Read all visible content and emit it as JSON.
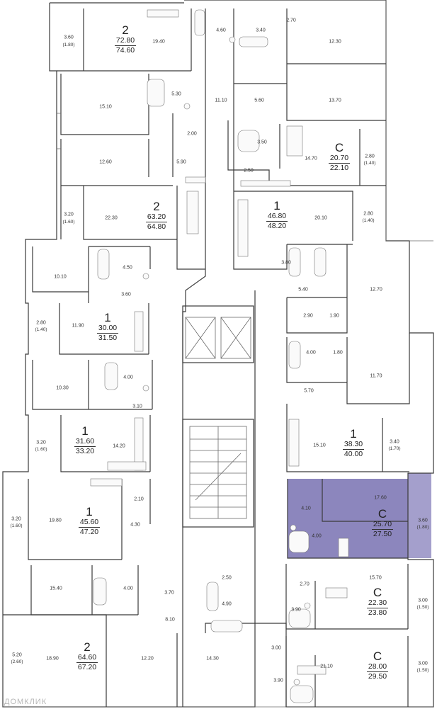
{
  "watermark": "ДОМКЛИК",
  "apartments": [
    {
      "id": "a1",
      "rooms": "2",
      "area_living": "72.80",
      "area_total": "74.60"
    },
    {
      "id": "a2",
      "rooms": "C",
      "area_living": "20.70",
      "area_total": "22.10"
    },
    {
      "id": "a3",
      "rooms": "2",
      "area_living": "63.20",
      "area_total": "64.80"
    },
    {
      "id": "a4",
      "rooms": "1",
      "area_living": "46.80",
      "area_total": "48.20"
    },
    {
      "id": "a5",
      "rooms": "1",
      "area_living": "30.00",
      "area_total": "31.50"
    },
    {
      "id": "a6",
      "rooms": "1",
      "area_living": "31.60",
      "area_total": "33.20"
    },
    {
      "id": "a7",
      "rooms": "1",
      "area_living": "38.30",
      "area_total": "40.00"
    },
    {
      "id": "a8",
      "rooms": "1",
      "area_living": "45.60",
      "area_total": "47.20"
    },
    {
      "id": "a9",
      "rooms": "C",
      "area_living": "25.70",
      "area_total": "27.50"
    },
    {
      "id": "a10",
      "rooms": "C",
      "area_living": "22.30",
      "area_total": "23.80"
    },
    {
      "id": "a11",
      "rooms": "2",
      "area_living": "64.60",
      "area_total": "67.20"
    },
    {
      "id": "a12",
      "rooms": "C",
      "area_living": "28.00",
      "area_total": "29.50"
    }
  ],
  "room_labels": [
    "19.40",
    "4.60",
    "3.40",
    "2.70",
    "12.30",
    "3.60",
    "(1.80)",
    "15.10",
    "5.30",
    "11.10",
    "5.60",
    "13.70",
    "2.00",
    "12.60",
    "5.90",
    "3.50",
    "14.70",
    "2.80",
    "(1.40)",
    "2.50",
    "3.20",
    "(1.60)",
    "22.30",
    "20.10",
    "2.80",
    "(1.40)",
    "10.10",
    "4.50",
    "3.60",
    "3.80",
    "5.40",
    "12.70",
    "2.80",
    "(1.40)",
    "11.90",
    "2.90",
    "1.90",
    "4.00",
    "1.80",
    "10.30",
    "4.00",
    "11.70",
    "3.10",
    "5.70",
    "3.20",
    "(1.60)",
    "14.20",
    "15.10",
    "3.40",
    "(1.70)",
    "3.20",
    "(1.60)",
    "2.10",
    "17.60",
    "4.10",
    "19.80",
    "4.30",
    "4.00",
    "3.60",
    "(1.80)",
    "15.40",
    "4.00",
    "3.70",
    "2.50",
    "15.70",
    "2.70",
    "4.90",
    "8.10",
    "3.90",
    "3.00",
    "(1.50)",
    "5.20",
    "(2.60)",
    "18.90",
    "12.20",
    "14.30",
    "3.00",
    "21.10",
    "3.00",
    "(1.50)",
    "3.90"
  ],
  "colors": {
    "highlight": "#8c86bd",
    "wall": "#3a3a3a"
  }
}
